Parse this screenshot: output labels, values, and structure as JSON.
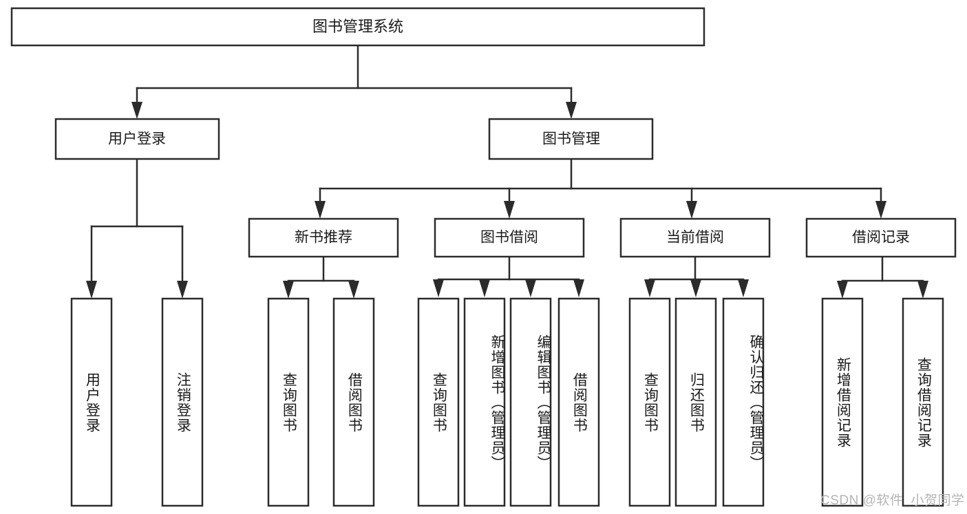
{
  "diagram": {
    "type": "tree-hierarchy",
    "root": {
      "id": "root",
      "label": "图书管理系统"
    },
    "level2": [
      {
        "id": "user-login",
        "label": "用户登录"
      },
      {
        "id": "book-management",
        "label": "图书管理"
      }
    ],
    "level3": [
      {
        "id": "new-book-recommend",
        "label": "新书推荐",
        "parent": "book-management"
      },
      {
        "id": "book-borrow",
        "label": "图书借阅",
        "parent": "book-management"
      },
      {
        "id": "current-borrow",
        "label": "当前借阅",
        "parent": "book-management"
      },
      {
        "id": "borrow-record",
        "label": "借阅记录",
        "parent": "book-management"
      }
    ],
    "leaves": {
      "user-login": [
        {
          "id": "leaf-user-login",
          "label": "用户登录"
        },
        {
          "id": "leaf-logout-login",
          "label": "注销登录"
        }
      ],
      "new-book-recommend": [
        {
          "id": "leaf-query-book-1",
          "label": "查询图书"
        },
        {
          "id": "leaf-borrow-book-1",
          "label": "借阅图书"
        }
      ],
      "book-borrow": [
        {
          "id": "leaf-query-book-2",
          "label": "查询图书"
        },
        {
          "id": "leaf-add-book",
          "label": "新增图书（管理员）"
        },
        {
          "id": "leaf-edit-book",
          "label": "编辑图书（管理员）"
        },
        {
          "id": "leaf-borrow-book-2",
          "label": "借阅图书"
        }
      ],
      "current-borrow": [
        {
          "id": "leaf-query-book-3",
          "label": "查询图书"
        },
        {
          "id": "leaf-return-book",
          "label": "归还图书"
        },
        {
          "id": "leaf-confirm-return",
          "label": "确认归还（管理员）"
        }
      ],
      "borrow-record": [
        {
          "id": "leaf-add-record",
          "label": "新增借阅记录"
        },
        {
          "id": "leaf-query-record",
          "label": "查询借阅记录"
        }
      ]
    }
  },
  "watermark": {
    "text": "CSDN @软件_小贺同学"
  },
  "colors": {
    "stroke": "#2b2b2b",
    "fill": "#ffffff",
    "text": "#1a1a1a",
    "watermark": "#b4b4b4"
  }
}
